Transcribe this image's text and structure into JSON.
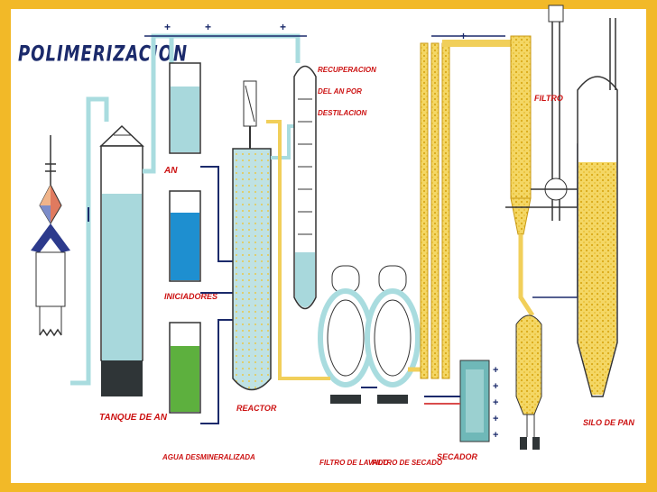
{
  "diagram": {
    "title": "POLIMERIZACION",
    "labels": {
      "tank_an": "TANQUE DE AN",
      "an": "AN",
      "iniciadores": "INICIADORES",
      "agua": "AGUA DESMINERALIZADA",
      "reactor": "REACTOR",
      "recuperacion_1": "RECUPERACION",
      "recuperacion_2": "DEL AN POR",
      "recuperacion_3": "DESTILACION",
      "filtro_lavado": "FILTRO DE LAVADO",
      "filtro_secado": "FILTRO DE SECADO",
      "secador": "SECADOR",
      "filtro": "FILTRO",
      "silo": "SILO DE PAN"
    },
    "colors": {
      "border": "#f2b928",
      "pipe_blue": "#a9dcdf",
      "pipe_dark": "#1b2a6b",
      "label_red": "#cc1111",
      "water_light": "#a8d8dc",
      "initiator_blue": "#1e8fd0",
      "water_green": "#5db03e",
      "slurry_yellow": "#f1cf5a",
      "dark_base": "#2f3537"
    }
  }
}
